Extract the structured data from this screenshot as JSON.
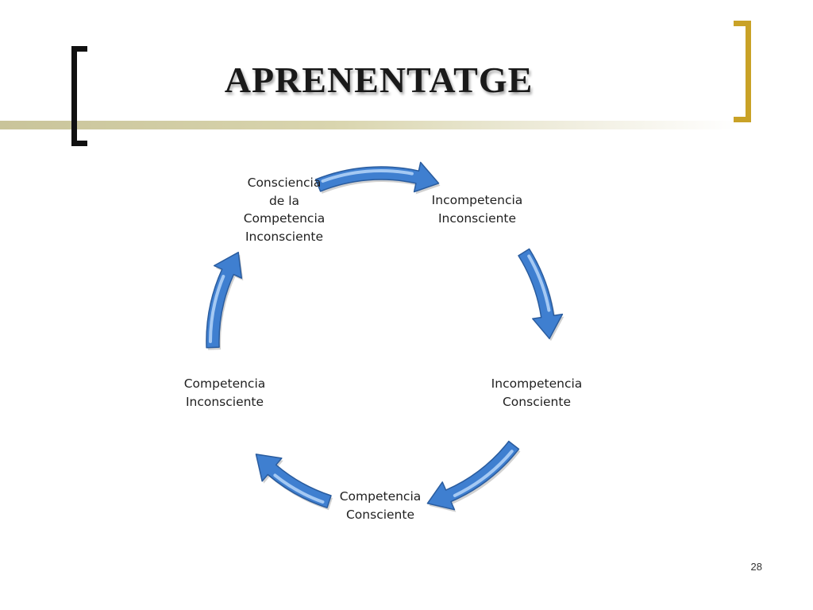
{
  "slide": {
    "title": "APRENENTATGE",
    "page_number": "28"
  },
  "colors": {
    "arrow_fill": "#3f7fd0",
    "arrow_stroke": "#2a5c9e",
    "left_bracket": "#111111",
    "right_bracket": "#c9a227",
    "title_rule": "#d4cfa6"
  },
  "cycle": {
    "nodes": [
      {
        "lines": [
          "Incompetencia",
          "Inconsciente"
        ]
      },
      {
        "lines": [
          "Incompetencia",
          "Consciente"
        ]
      },
      {
        "lines": [
          "Competencia",
          "Consciente"
        ]
      },
      {
        "lines": [
          "Competencia",
          "Inconsciente"
        ]
      },
      {
        "lines": [
          "Consciencia",
          "de la",
          "Competencia",
          "Inconsciente"
        ]
      }
    ]
  }
}
